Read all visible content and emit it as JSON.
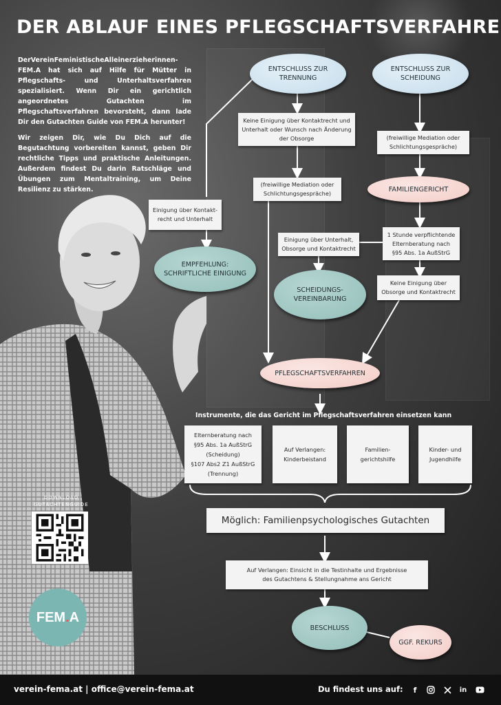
{
  "title": "DER ABLAUF EINES PFLEGSCHAFTSVERFAHRENS",
  "intro": {
    "paragraph1": "DerVereinFeministischeAlleinerzieherinnen-FEM.A hat sich auf Hilfe für Mütter in Pflegschafts- und Unterhaltsverfahren spezialisiert. Wenn Dir ein gerichtlich angeordnetes Gutachten im Pflegschaftsverfahren bevorsteht, dann lade Dir den Gutachten Guide von FEM.A herunter!",
    "paragraph2": "Wir zeigen Dir, wie Du Dich auf die Begutachtung vorbereiten kannst, geben Dir rechtliche Tipps und praktische Anleitungen. Außerdem findest Du darin Ratschläge und Übungen zum Mentaltraining, um Deine Resilienz zu stärken."
  },
  "flow": {
    "trennung": [
      "ENTSCHLUSS ZUR",
      "TRENNUNG"
    ],
    "scheidung": [
      "ENTSCHLUSS ZUR",
      "SCHEIDUNG"
    ],
    "keine_einigung_1": [
      "Keine Einigung über Kontaktrecht und",
      "Unterhalt oder Wunsch nach Änderung",
      "der Obsorge"
    ],
    "mediation_1": [
      "(freiwillige Mediation oder",
      "Schlichtungsgespräche)"
    ],
    "mediation_2": [
      "(freiwillige Mediation oder",
      "Schlichtungsgespräche)"
    ],
    "familiengericht": "FAMILIENGERICHT",
    "einigung_kontakt": [
      "Einigung über Kontakt-",
      "recht und Unterhalt"
    ],
    "empfehlung": [
      "EMPFEHLUNG:",
      "SCHRIFTLICHE EINIGUNG"
    ],
    "beratung": [
      "1 Stunde verpflichtende",
      "Elternberatung nach",
      "§95 Abs. 1a AußStrG"
    ],
    "einigung_obsorge": [
      "Einigung über Unterhalt,",
      "Obsorge und Kontaktrecht"
    ],
    "scheidungsvereinbarung": [
      "SCHEIDUNGS-",
      "VEREINBARUNG"
    ],
    "keine_einigung_2": [
      "Keine Einigung über",
      "Obsorge und Kontaktrecht"
    ],
    "pflegschaftsverfahren": "PFLEGSCHAFTSVERFAHREN",
    "instruments_heading": "Instrumente, die das Gericht im Pflegschaftsverfahren einsetzen kann",
    "instruments": [
      [
        "Elternberatung nach",
        "§95 Abs. 1a AußStrG",
        "(Scheidung)",
        "§107 Abs2 Z1 AußStrG",
        "(Trennung)"
      ],
      [
        "Auf Verlangen:",
        "Kinderbeistand"
      ],
      [
        "Familien-",
        "gerichtshilfe"
      ],
      [
        "Kinder- und",
        "Jugendhilfe"
      ]
    ],
    "gutachten": "Möglich: Familienpsychologisches Gutachten",
    "einsicht": [
      "Auf Verlangen: Einsicht in die  Testinhalte und Ergebnisse",
      "des Gutachtens & Stellungnahme  ans Gericht"
    ],
    "beschluss": "BESCHLUSS",
    "rekurs": "GGF. REKURS"
  },
  "download": {
    "line1": "DOWNLOAD",
    "line2": "GUTACHTENGUIDE"
  },
  "logo": {
    "text_before_dot": "FEM",
    "dot": ".",
    "text_after_dot": "A"
  },
  "footer": {
    "contact": "verein-fema.at | office@verein-fema.at",
    "find_us": "Du findest uns auf:",
    "social_icons": [
      "facebook-icon",
      "instagram-icon",
      "x-icon",
      "linkedin-icon",
      "youtube-icon"
    ]
  },
  "colors": {
    "blue_node": "#d6e8f3",
    "teal_node": "#a3c9c5",
    "pink_node": "#f7d9d4",
    "logo": "#7bb6b2",
    "logo_dot": "#e35f5f"
  }
}
